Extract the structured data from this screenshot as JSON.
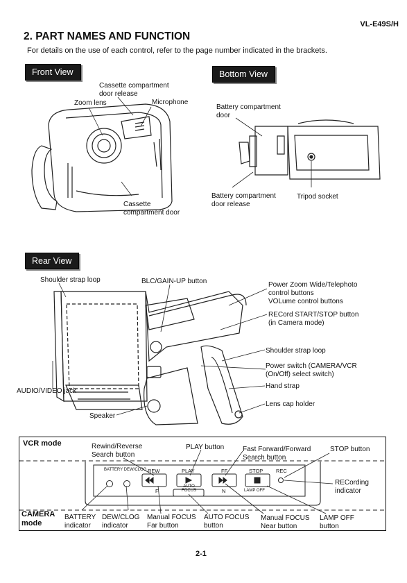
{
  "header": {
    "model": "VL-E49S/H"
  },
  "section": {
    "title": "2. PART NAMES AND FUNCTION",
    "intro": "For details on the use of each control, refer to the page number indicated in the brackets."
  },
  "front_view": {
    "tag": "Front View",
    "labels": {
      "cassette_release": [
        "Cassette compartment",
        "door release"
      ],
      "zoom_lens": "Zoom lens",
      "microphone": "Microphone",
      "cassette_door": [
        "Cassette",
        "compartment door"
      ]
    }
  },
  "bottom_view": {
    "tag": "Bottom View",
    "labels": {
      "battery_door": [
        "Battery compartment",
        "door"
      ],
      "battery_release": [
        "Battery compartment",
        "door release"
      ],
      "tripod_socket": "Tripod socket"
    }
  },
  "rear_view": {
    "tag": "Rear View",
    "labels": {
      "shoulder_strap_top": "Shoulder strap loop",
      "blc_gain": "BLC/GAIN-UP button",
      "power_zoom": [
        "Power Zoom Wide/Telephoto",
        "control buttons",
        "VOLume control buttons"
      ],
      "record": [
        "RECord START/STOP button",
        "(in Camera mode)"
      ],
      "shoulder_strap_right": "Shoulder strap loop",
      "power_switch": [
        "Power switch (CAMERA/VCR",
        "(On/Off) select switch)"
      ],
      "hand_strap": "Hand strap",
      "lens_cap": "Lens cap holder",
      "audio_video": "AUDIO/VIDEO jack",
      "speaker": "Speaker"
    }
  },
  "panel": {
    "vcr_mode": "VCR mode",
    "camera_mode": [
      "CAMERA",
      "mode"
    ],
    "top_labels": {
      "rewind": [
        "Rewind/Reverse",
        "Search button"
      ],
      "play": "PLAY button",
      "ff": [
        "Fast Forward/Forward",
        "Search button"
      ],
      "stop": "STOP button"
    },
    "right_labels": {
      "recording": [
        "RECording",
        "indicator"
      ]
    },
    "bottom_labels": {
      "battery": [
        "BATTERY",
        "indicator"
      ],
      "dewclog": [
        "DEW/CLOG",
        "indicator"
      ],
      "manual_far": [
        "Manual FOCUS",
        "Far button"
      ],
      "auto_focus": [
        "AUTO FOCUS",
        "button"
      ],
      "manual_near": [
        "Manual FOCUS",
        "Near button"
      ],
      "lamp_off": [
        "LAMP OFF",
        "button"
      ]
    },
    "controls": {
      "battery_dewclog": "BATTERY DEW/CLOG",
      "rew": "REW",
      "play": "PLAY",
      "ff": "FF",
      "stop": "STOP",
      "rec": "REC",
      "auto_focus": [
        "AUTO",
        "FOCUS"
      ],
      "f_mark": "F",
      "n_mark": "N",
      "lamp_off": "LAMP OFF"
    }
  },
  "footer": {
    "page": "2-1"
  }
}
